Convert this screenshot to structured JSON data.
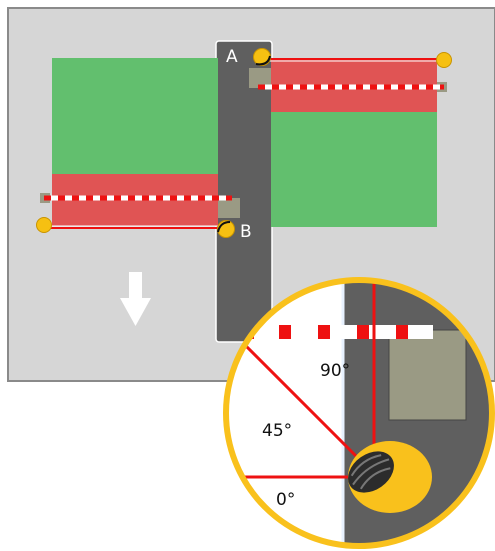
{
  "labels": {
    "point_a": "A",
    "point_b": "B",
    "angle_90": "90°",
    "angle_45": "45°",
    "angle_0": "0°"
  },
  "icons": {
    "direction": "arrow-down-icon",
    "marker": "yellow-dot-icon",
    "device": "rotating-head-icon"
  },
  "colors": {
    "panel": "#d6d6d6",
    "panel_border": "#8a8a8a",
    "road": "#5f5f5f",
    "field_green": "#62bf6e",
    "stripe_red": "#e05454",
    "barrier_red": "#ee1111",
    "marker_yellow": "#f6c012",
    "callout_ring": "#f9c11c",
    "box_olive": "#9a9a84"
  }
}
